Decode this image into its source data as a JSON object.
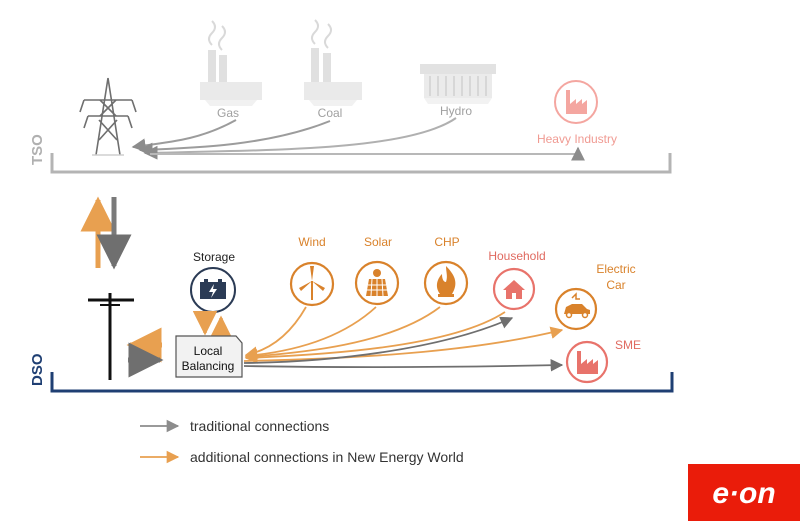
{
  "tso": {
    "label": "TSO",
    "gas_label": "Gas",
    "coal_label": "Coal",
    "hydro_label": "Hydro",
    "heavy_industry_label": "Heavy Industry"
  },
  "dso": {
    "label": "DSO",
    "storage_label": "Storage",
    "local_balancing_line1": "Local",
    "local_balancing_line2": "Balancing",
    "wind_label": "Wind",
    "solar_label": "Solar",
    "chp_label": "CHP",
    "household_label": "Household",
    "electric_car_line1": "Electric",
    "electric_car_line2": "Car",
    "sme_label": "SME"
  },
  "legend": {
    "traditional": "traditional connections",
    "additional": "additional connections in New Energy World"
  },
  "logo": {
    "text": "e·on"
  },
  "colors": {
    "grey": "#8c8c8c",
    "grey_light": "#b4b4b4",
    "orange": "#e8a050",
    "orange_dark": "#d9822b",
    "red_soft": "#e8736b",
    "navy": "#1f3f73",
    "brand_red": "#ea1c0a"
  },
  "icons": {
    "tso_tower": "transmission-tower-icon",
    "gas": "gas-plant-icon",
    "coal": "coal-plant-icon",
    "hydro": "hydro-dam-icon",
    "heavy_industry": "factory-icon",
    "storage": "battery-icon",
    "wind": "wind-turbine-icon",
    "solar": "solar-panel-icon",
    "chp": "flame-icon",
    "household": "house-icon",
    "electric_car": "electric-car-icon",
    "sme": "factory-icon",
    "dso_pole": "utility-pole-icon"
  }
}
